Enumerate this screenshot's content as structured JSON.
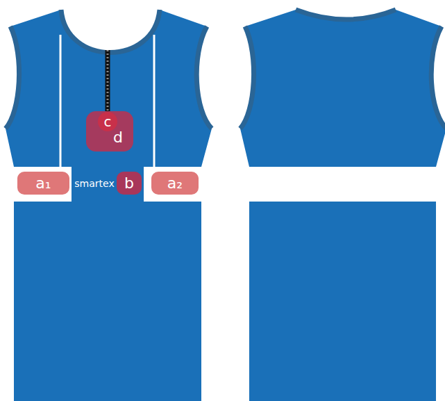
{
  "diagram": {
    "nodes": [
      {
        "text": [
          "c"
        ]
      },
      {
        "text": [
          "d"
        ]
      },
      {
        "text": [
          "a₁"
        ]
      },
      {
        "text": [
          "b"
        ]
      },
      {
        "text": [
          "a₂"
        ]
      }
    ],
    "labels": [
      "smartex"
    ]
  }
}
